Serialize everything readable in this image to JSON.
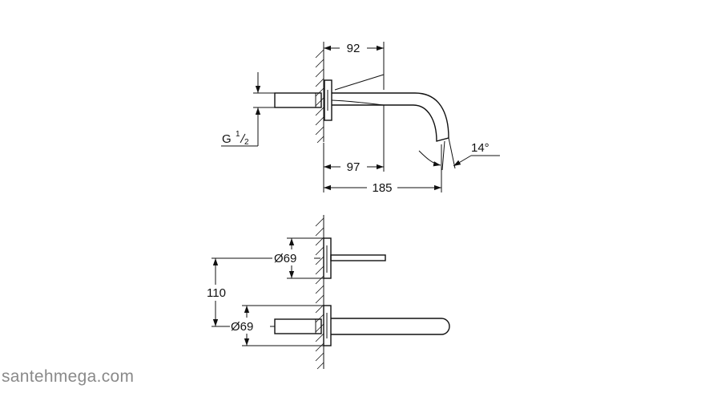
{
  "side_view": {
    "dim_top": "92",
    "dim_mid": "97",
    "dim_bottom": "185",
    "thread_prefix": "G",
    "thread_num": "1",
    "thread_den": "2",
    "angle": "14°"
  },
  "front_view": {
    "diameter_upper": "Ø69",
    "diameter_lower": "Ø69",
    "spacing": "110"
  },
  "watermark": "santehmega.com"
}
